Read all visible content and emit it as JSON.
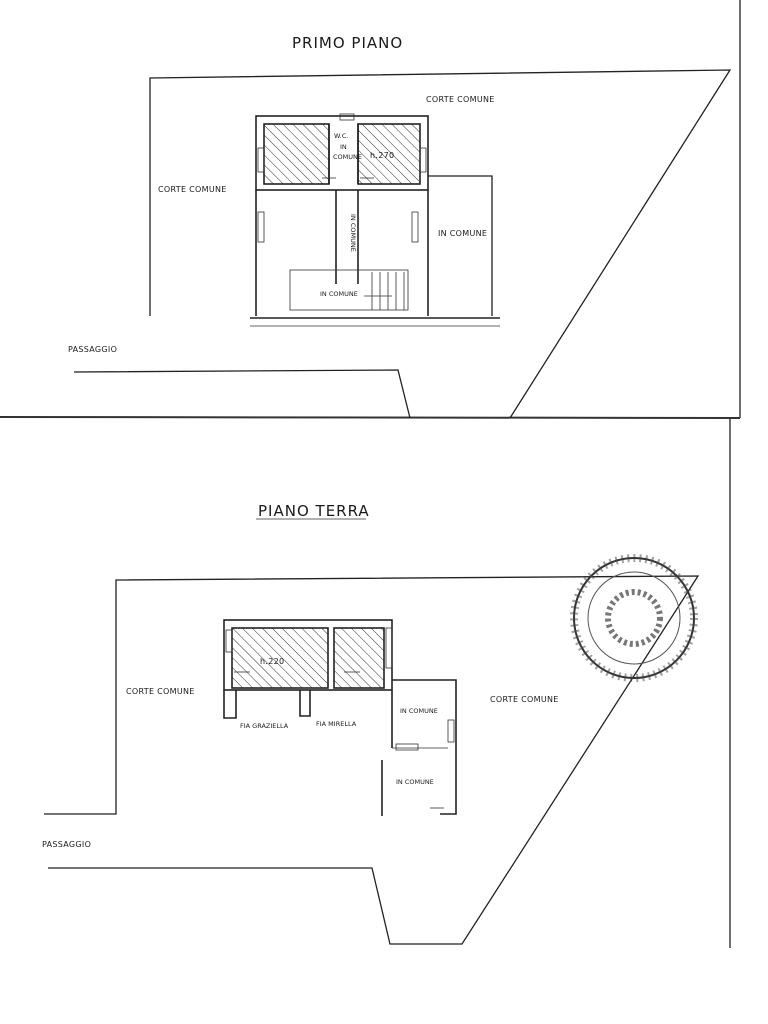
{
  "top_plan": {
    "title": "PRIMO PIANO",
    "labels": {
      "corte_comune_top": "CORTE COMUNE",
      "corte_comune_left": "CORTE COMUNE",
      "wc": "W.C.",
      "in_comune_wc_1": "IN",
      "in_comune_wc_2": "COMUNE",
      "height": "h.270",
      "in_comune_vertical": "IN COMUNE",
      "in_comune_right": "IN COMUNE",
      "in_comune_stairs": "IN COMUNE",
      "passaggio": "PASSAGGIO"
    }
  },
  "bottom_plan": {
    "title": "PIANO TERRA",
    "labels": {
      "corte_comune_left": "CORTE COMUNE",
      "corte_comune_right": "CORTE COMUNE",
      "height": "h.220",
      "fia_graziella": "FIA GRAZIELLA",
      "fia_mirella": "FIA MIRELLA",
      "in_comune_1": "IN COMUNE",
      "in_comune_2": "IN COMUNE",
      "passaggio": "PASSAGGIO"
    }
  },
  "stamp": {
    "present": true
  }
}
